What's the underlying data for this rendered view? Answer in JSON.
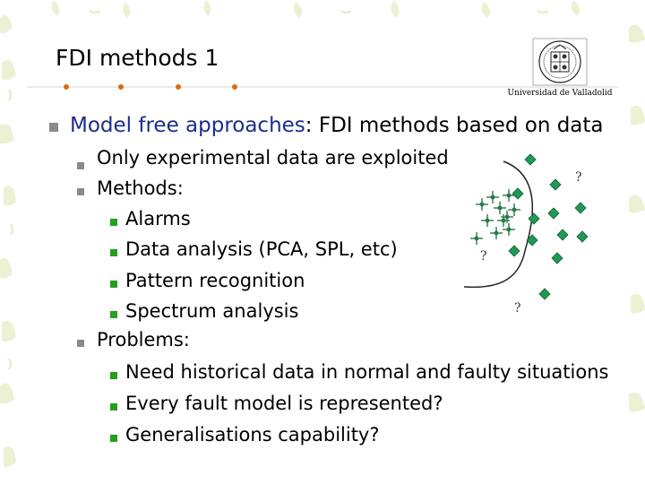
{
  "slide": {
    "title": "FDI methods 1",
    "institution": "Universidad de Valladolid",
    "logo_icon": "university-seal-icon"
  },
  "content": {
    "heading": {
      "highlight": "Model free approaches",
      "rest": ": FDI methods based on data"
    },
    "items": [
      {
        "text": "Only experimental data are exploited",
        "children": []
      },
      {
        "text": "Methods:",
        "children": [
          "Alarms",
          "Data analysis (PCA, SPL, etc)",
          "Pattern recognition",
          "Spectrum analysis"
        ]
      },
      {
        "text": "Problems:",
        "children": [
          "Need historical data in normal and faulty situations",
          "Every fault model is represented?",
          "Generalisations capability?"
        ]
      }
    ]
  },
  "figure": {
    "unknown_label": "?",
    "colors": {
      "faulty": "#1f9a55",
      "normal": "#2a7a4a",
      "boundary": "#222222",
      "bullet_level1": "#8a8a8a",
      "bullet_level2": "#22a01e",
      "heading_accent": "#1a2d8c"
    }
  }
}
